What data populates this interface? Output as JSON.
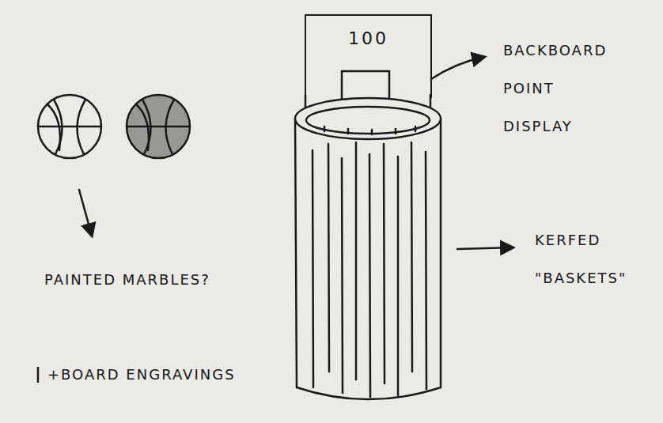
{
  "diagram": {
    "nodes": [
      {
        "text": [
          "100"
        ]
      }
    ],
    "labels": [
      "BACKBOARD POINT DISPLAY",
      "KERFED \"BASKETS\"",
      "PAINTED MARBLES?",
      "+BOARD ENGRAVINGS"
    ]
  }
}
